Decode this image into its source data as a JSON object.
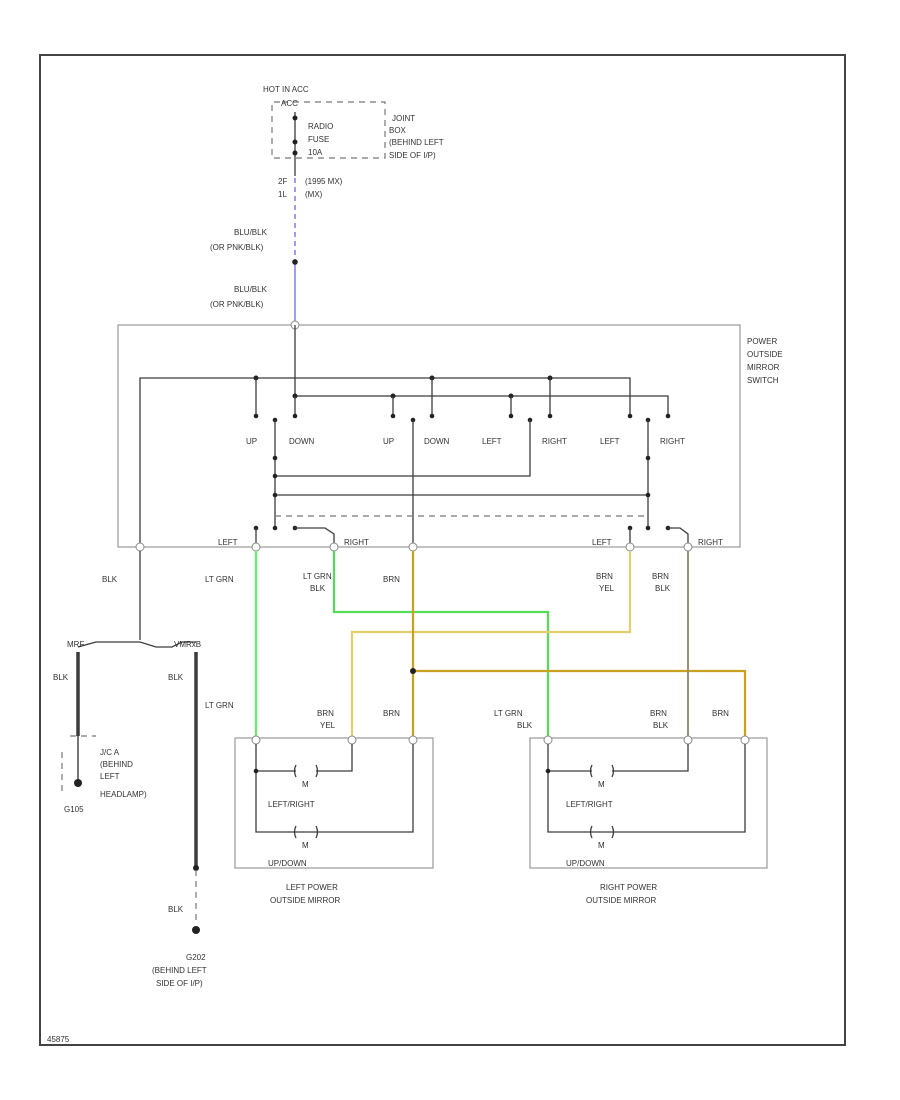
{
  "colors": {
    "blu_blk": "#7b7bff",
    "lt_grn": "#66ee66",
    "lt_grn_blk": "#55dd55",
    "brn": "#c9a020",
    "brn_yel": "#e2d06a",
    "brn_blk": "#9b9370",
    "blk": "#3c3c3c"
  },
  "labels": {
    "hot": "HOT IN ACC",
    "fuse_top": "ACC",
    "radio_fuse": "RADIO",
    "fuse_word": "FUSE",
    "fuse_amp": "10A",
    "jb_1": "JOINT",
    "jb_2": "BOX",
    "jb_3": "(BEHIND LEFT",
    "jb_4": "SIDE OF I/P)",
    "conn_note_1": "(1995 MX)",
    "conn_note_2": "(MX)",
    "conn_pin_1": "2F",
    "conn_pin_2": "1L",
    "wire_upper_1": "BLU/BLK",
    "wire_upper_2": "(OR PNK/BLK)",
    "wire_lower_1": "BLU/BLK",
    "wire_lower_2": "(OR PNK/BLK)",
    "switch_1": "POWER",
    "switch_2": "OUTSIDE",
    "switch_3": "MIRROR",
    "switch_4": "SWITCH",
    "sw_up_1": "UP",
    "sw_down_1": "DOWN",
    "sw_up_2": "UP",
    "sw_down_2": "DOWN",
    "sw_left_1": "LEFT",
    "sw_right_1": "RIGHT",
    "sw_left_2": "LEFT",
    "sw_right_2": "RIGHT",
    "term_left_1": "LEFT",
    "term_right_1": "RIGHT",
    "term_left_2": "LEFT",
    "term_right_2": "RIGHT",
    "wire_blk": "BLK",
    "wire_ltgrn": "LT GRN",
    "wire_ltgrn_blk_1": "LT GRN",
    "wire_ltgrn_blk_2": "BLK",
    "wire_brn": "BRN",
    "wire_brn_yel_1": "BRN",
    "wire_brn_yel_2": "YEL",
    "wire_brn_blk_1": "BRN",
    "wire_brn_blk_2": "BLK",
    "splice_left": "MRF",
    "splice_right": "VMRxB",
    "wire_blk_l": "BLK",
    "wire_blk_r": "BLK",
    "wire_ltgrn_2": "LT GRN",
    "m_brn_yel_1": "BRN",
    "m_brn_yel_2": "YEL",
    "m_brn": "BRN",
    "m_ltgrn_blk_1": "LT GRN",
    "m_ltgrn_blk_2": "BLK",
    "m_brn_blk_1": "BRN",
    "m_brn_blk_2": "BLK",
    "m_brn_r": "BRN",
    "motor_m": "M",
    "lr_left": "LEFT/RIGHT",
    "ud_left": "UP/DOWN",
    "lr_right": "LEFT/RIGHT",
    "ud_right": "UP/DOWN",
    "left_mirror_1": "LEFT POWER",
    "left_mirror_2": "OUTSIDE MIRROR",
    "right_mirror_1": "RIGHT POWER",
    "right_mirror_2": "OUTSIDE MIRROR",
    "jc_1": "J/C A",
    "jc_2": "(BEHIND",
    "jc_3": "LEFT",
    "jc_4": "HEADLAMP)",
    "g_left": "G105",
    "wire_blk_bottom": "BLK",
    "g_bottom_1": "G202",
    "g_bottom_2": "(BEHIND LEFT",
    "g_bottom_3": "SIDE OF I/P)",
    "figure_id": "45875"
  }
}
